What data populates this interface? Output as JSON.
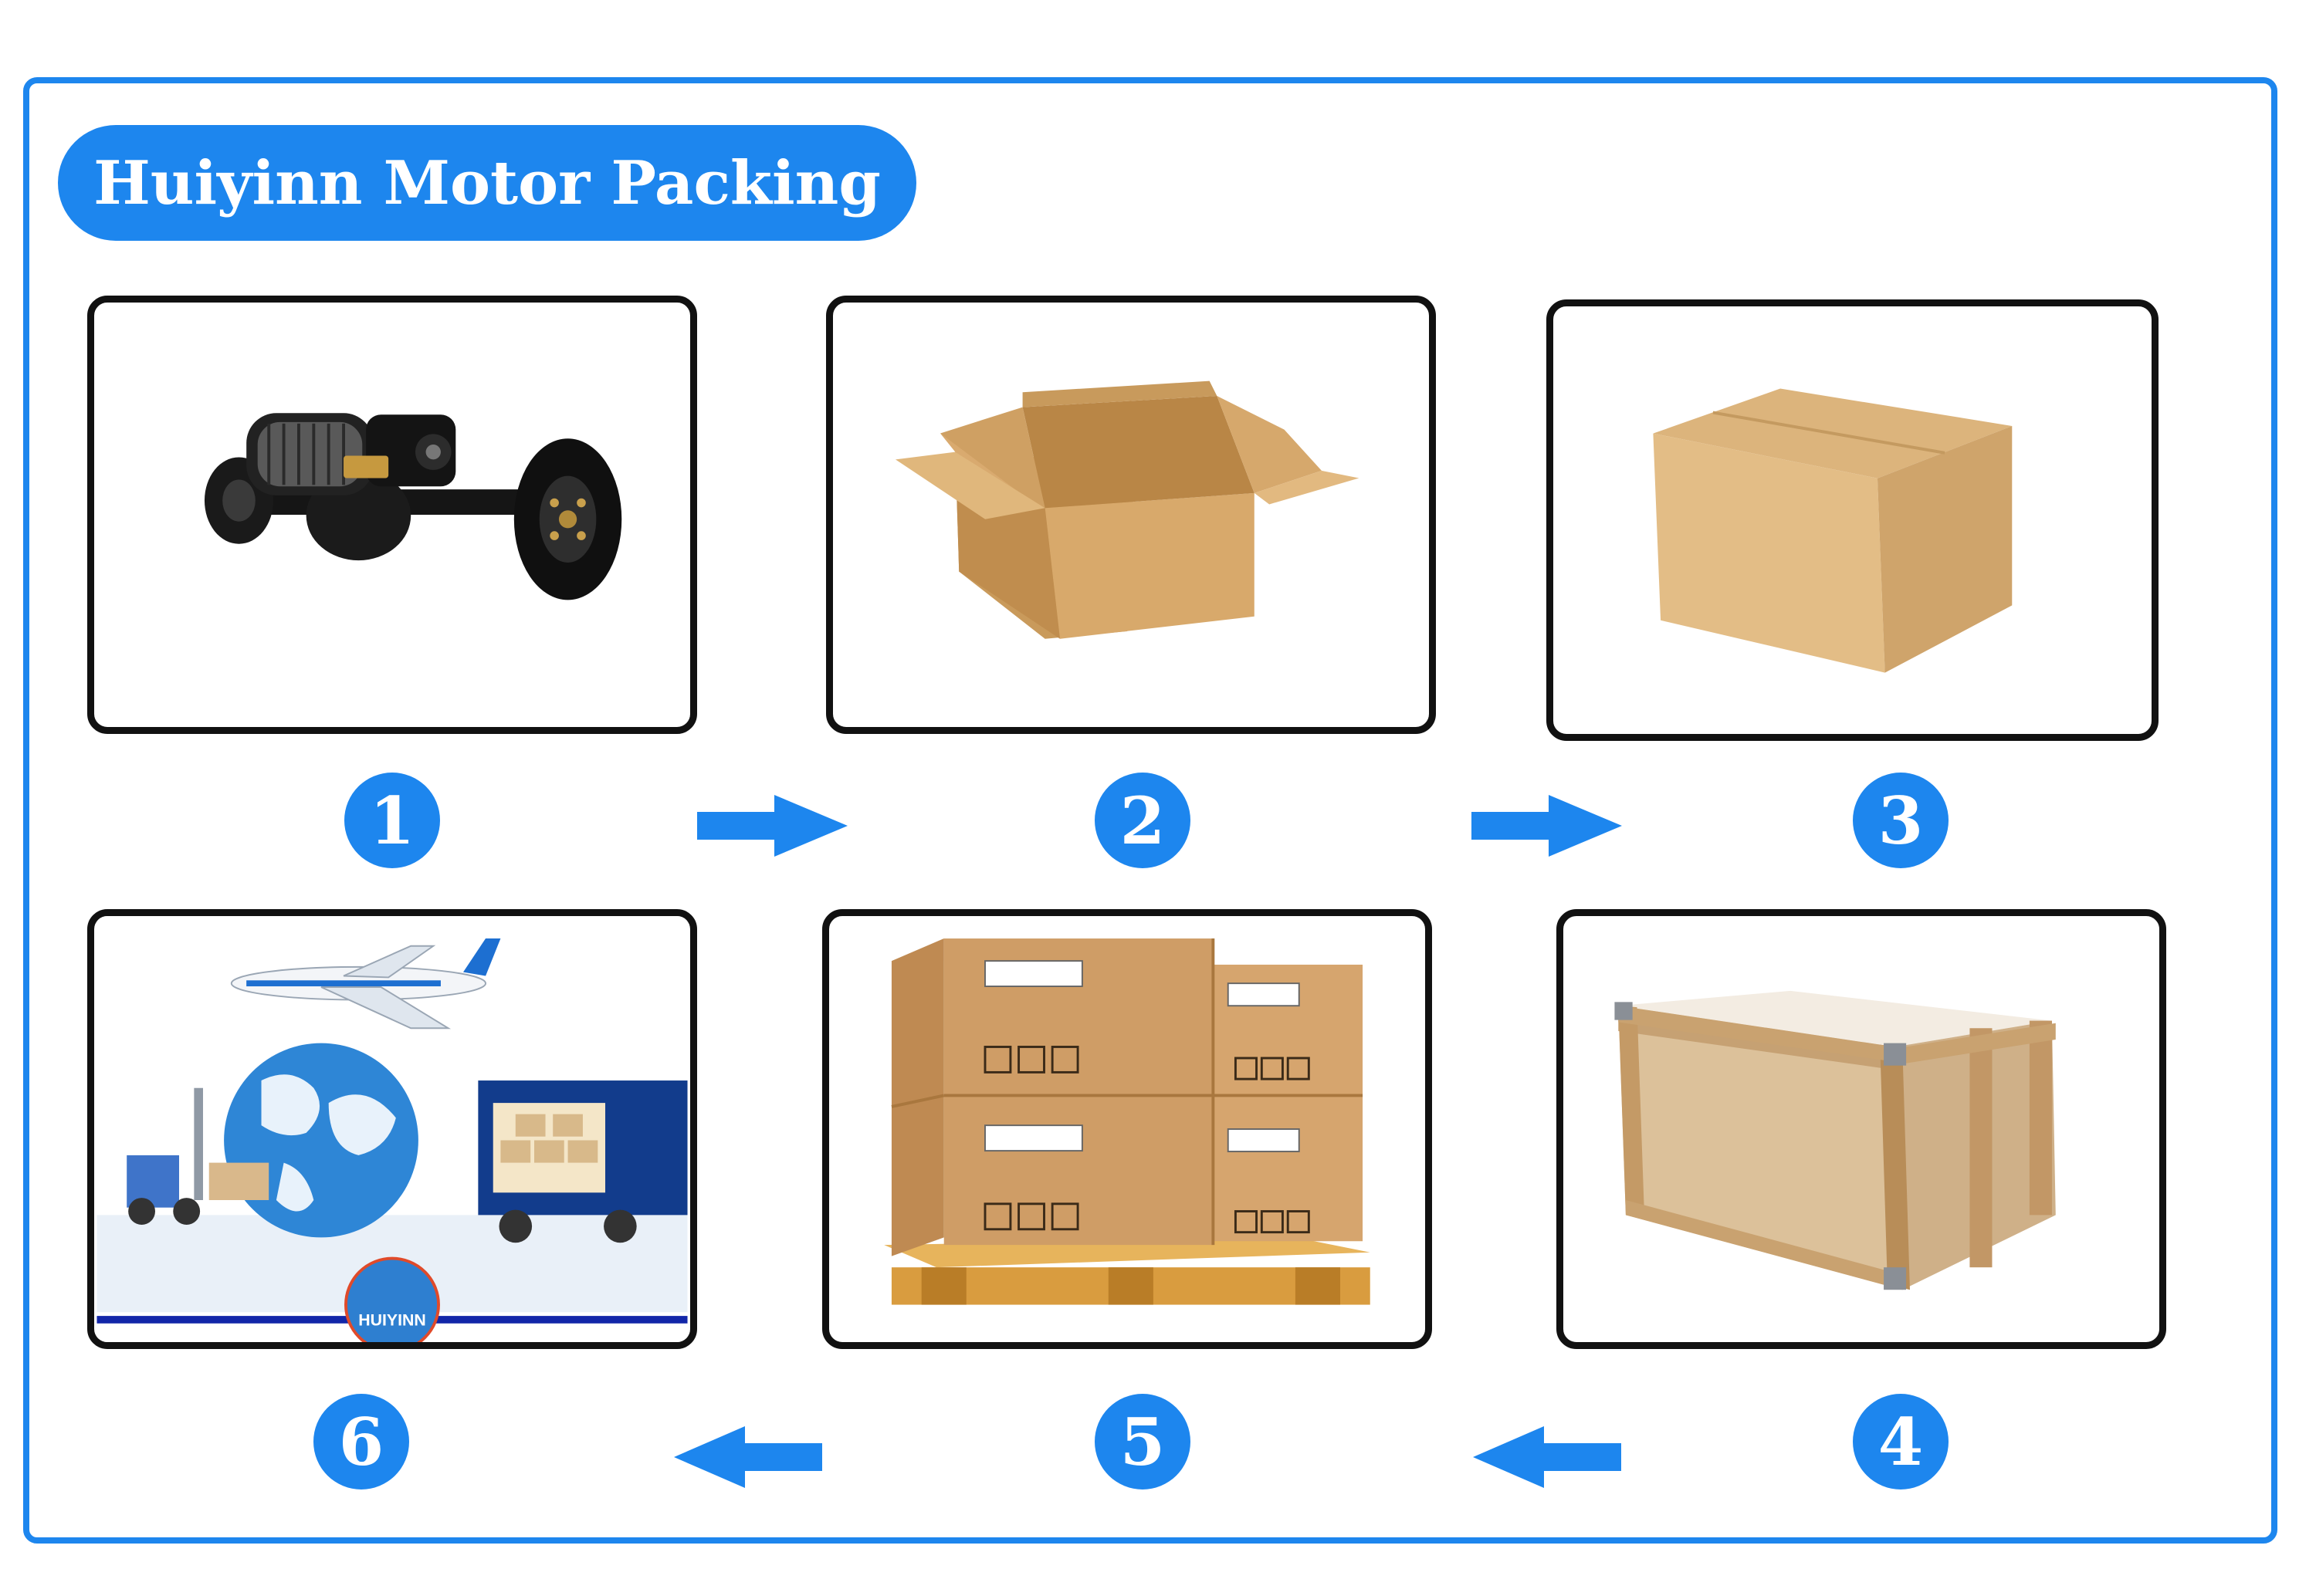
{
  "title": "Huiyinn Motor Packing",
  "accent_color": "#1d86ee",
  "steps": [
    {
      "number": "1",
      "icon": "rear-axle-motor-icon"
    },
    {
      "number": "2",
      "icon": "open-carton-box-icon"
    },
    {
      "number": "3",
      "icon": "closed-carton-box-icon"
    },
    {
      "number": "4",
      "icon": "wooden-crate-icon"
    },
    {
      "number": "5",
      "icon": "palletized-cartons-icon"
    },
    {
      "number": "6",
      "icon": "global-shipping-icon"
    }
  ],
  "logo_text": "HUIYINN"
}
